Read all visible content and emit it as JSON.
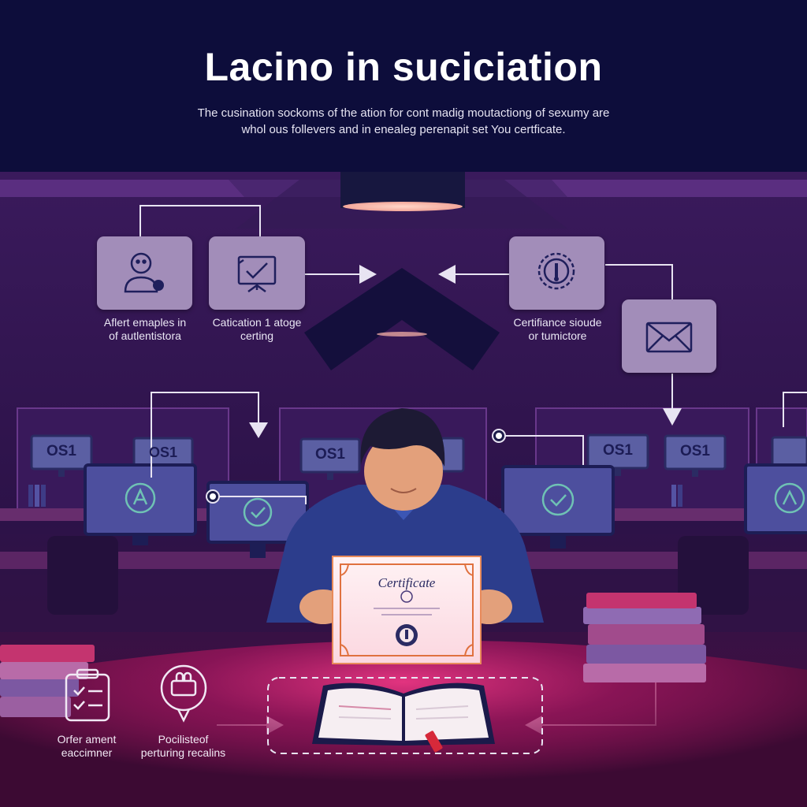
{
  "header": {
    "title": "Lacino in suciciation",
    "subtitle_line1": "The cusination sockoms of the ation for cont madig moutactiong of sexumy are",
    "subtitle_line2": "whol ous follevers and in enealeg perenapit set You certficate."
  },
  "nodes": {
    "authentication": {
      "label_line1": "Aflert emaples in",
      "label_line2": "of autlentistora",
      "icon": "person-icon"
    },
    "certification": {
      "label_line1": "Catication 1 atoge",
      "label_line2": "certing",
      "icon": "presentation-check-icon"
    },
    "certificate_seal": {
      "label_line1": "Certifiance sioude",
      "label_line2": "or tumictore",
      "icon": "seal-gear-icon"
    },
    "email": {
      "icon": "envelope-icon"
    }
  },
  "screens": {
    "badge_text": "OS1"
  },
  "certificate": {
    "title": "Certificate"
  },
  "bottom": {
    "offer": {
      "label_line1": "Orfer ament",
      "label_line2": "eaccimner",
      "icon": "clipboard-checklist-icon"
    },
    "pocilisteof": {
      "label_line1": "Pocilisteof",
      "label_line2": "perturing recalins",
      "icon": "chat-bubble-icon"
    }
  },
  "colors": {
    "header_bg": "#0d0d3b",
    "scene_bg": "#2a1244",
    "node_bg": "#a28db9",
    "icon_stroke": "#1f1f5c",
    "accent_pink": "#c8236d",
    "connector": "#e8e4f2"
  }
}
